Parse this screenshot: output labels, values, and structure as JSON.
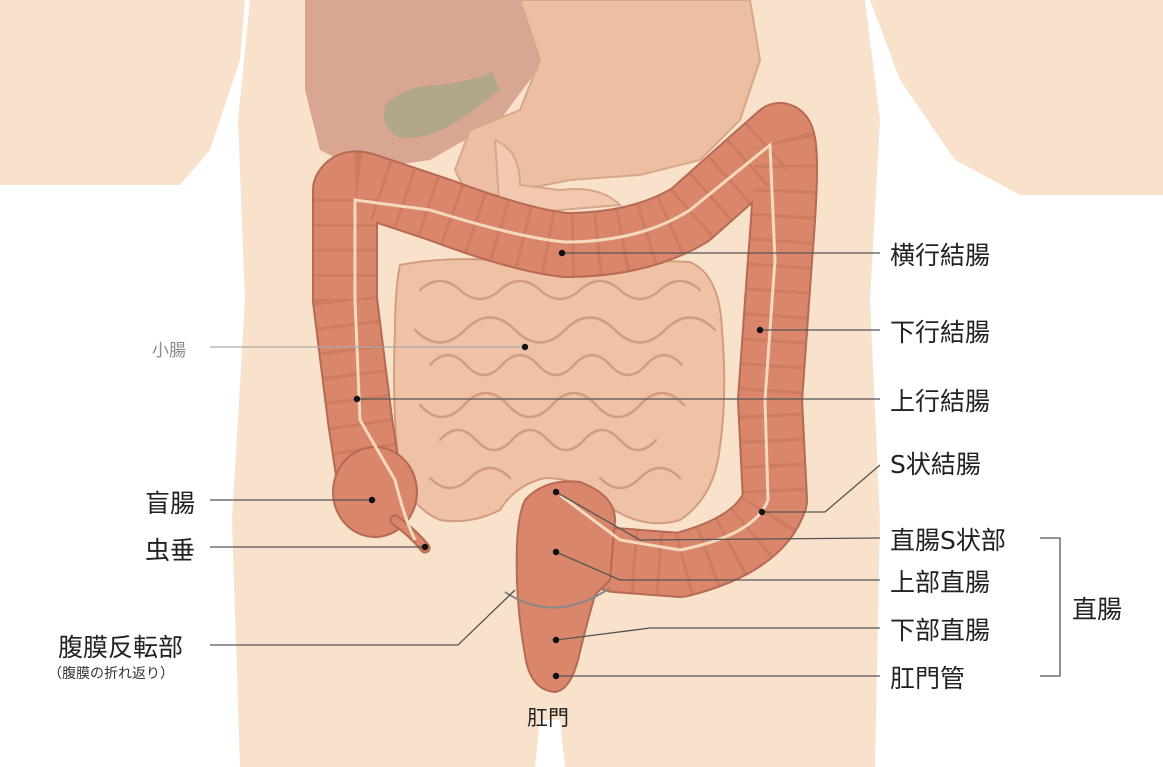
{
  "colors": {
    "background": "#ffffff",
    "skin": "#f9e2cc",
    "liver": "#d9a694",
    "stomach": "#ecbfa3",
    "gallbladder": "#b2a78b",
    "small_intestine": "#efc2a6",
    "small_intestine_outline": "#d49c7f",
    "colon": "#d9866b",
    "colon_outline": "#b66a52",
    "taenia": "#f5d9bd",
    "leader_line": "#555555",
    "leader_line_light": "#aaaaaa"
  },
  "labels": {
    "transverse_colon": "横行結腸",
    "descending_colon": "下行結腸",
    "small_intestine": "小腸",
    "ascending_colon": "上行結腸",
    "sigmoid_colon": "S状結腸",
    "cecum": "盲腸",
    "rectosigmoid": "直腸S状部",
    "appendix": "虫垂",
    "upper_rectum": "上部直腸",
    "rectum": "直腸",
    "peritoneal_reflection": "腹膜反転部",
    "peritoneal_reflection_note": "（腹膜の折れ返り）",
    "lower_rectum": "下部直腸",
    "anal_canal": "肛門管",
    "anus": "肛門"
  }
}
